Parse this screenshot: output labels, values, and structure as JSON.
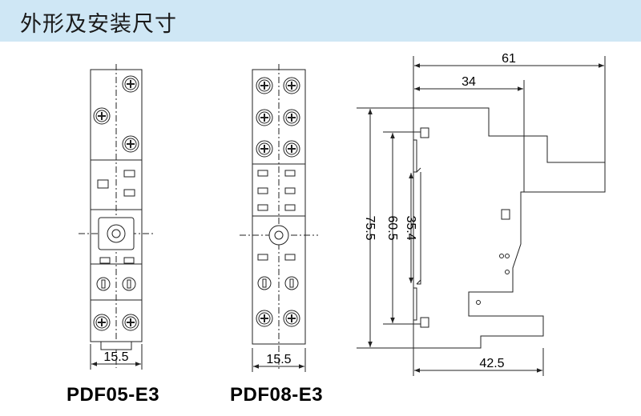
{
  "header": {
    "title": "外形及安装尺寸",
    "band_color": "#cfe7f5"
  },
  "models": [
    {
      "label": "PDF05-E3",
      "width_dim": "15.5"
    },
    {
      "label": "PDF08-E3",
      "width_dim": "15.5"
    }
  ],
  "side_view": {
    "dims": {
      "overall_depth": "61",
      "mid_depth": "34",
      "overall_height": "75.5",
      "mount_pitch": "60.5",
      "rail_width": "35.4",
      "bottom_depth": "42.5"
    }
  }
}
